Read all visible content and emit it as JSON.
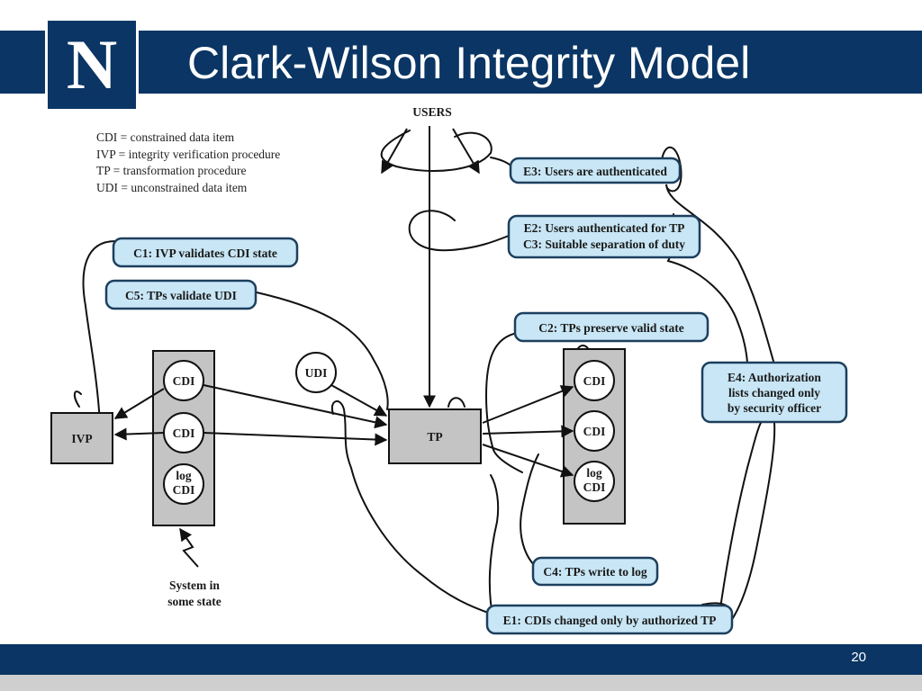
{
  "slide": {
    "title": "Clark-Wilson Integrity Model",
    "logo_letter": "N",
    "page_number": "20"
  },
  "legend": [
    "CDI = constrained data item",
    "IVP = integrity verification procedure",
    "TP = transformation procedure",
    "UDI = unconstrained data item"
  ],
  "diagram": {
    "users": "USERS",
    "system_state": [
      "System in",
      "some state"
    ],
    "left_cdis": [
      "CDI",
      "CDI",
      "log",
      "CDI"
    ],
    "right_cdis": [
      "CDI",
      "CDI",
      "log",
      "CDI"
    ],
    "udi": "UDI",
    "ivp": "IVP",
    "tp": "TP",
    "rules": {
      "c1": "C1: IVP validates CDI state",
      "c5": "C5: TPs validate UDI",
      "e3": "E3: Users are authenticated",
      "e2": "E2: Users authenticated for TP",
      "c3": "C3: Suitable separation of duty",
      "c2": "C2: TPs preserve valid state",
      "e4": [
        "E4: Authorization",
        "lists changed only",
        "by security officer"
      ],
      "c4": "C4: TPs write to log",
      "e1": "E1: CDIs changed only by authorized TP"
    }
  },
  "colors": {
    "navy": "#0a3564",
    "rule_fill": "#c8e6f5",
    "box_grey": "#c4c4c4"
  }
}
